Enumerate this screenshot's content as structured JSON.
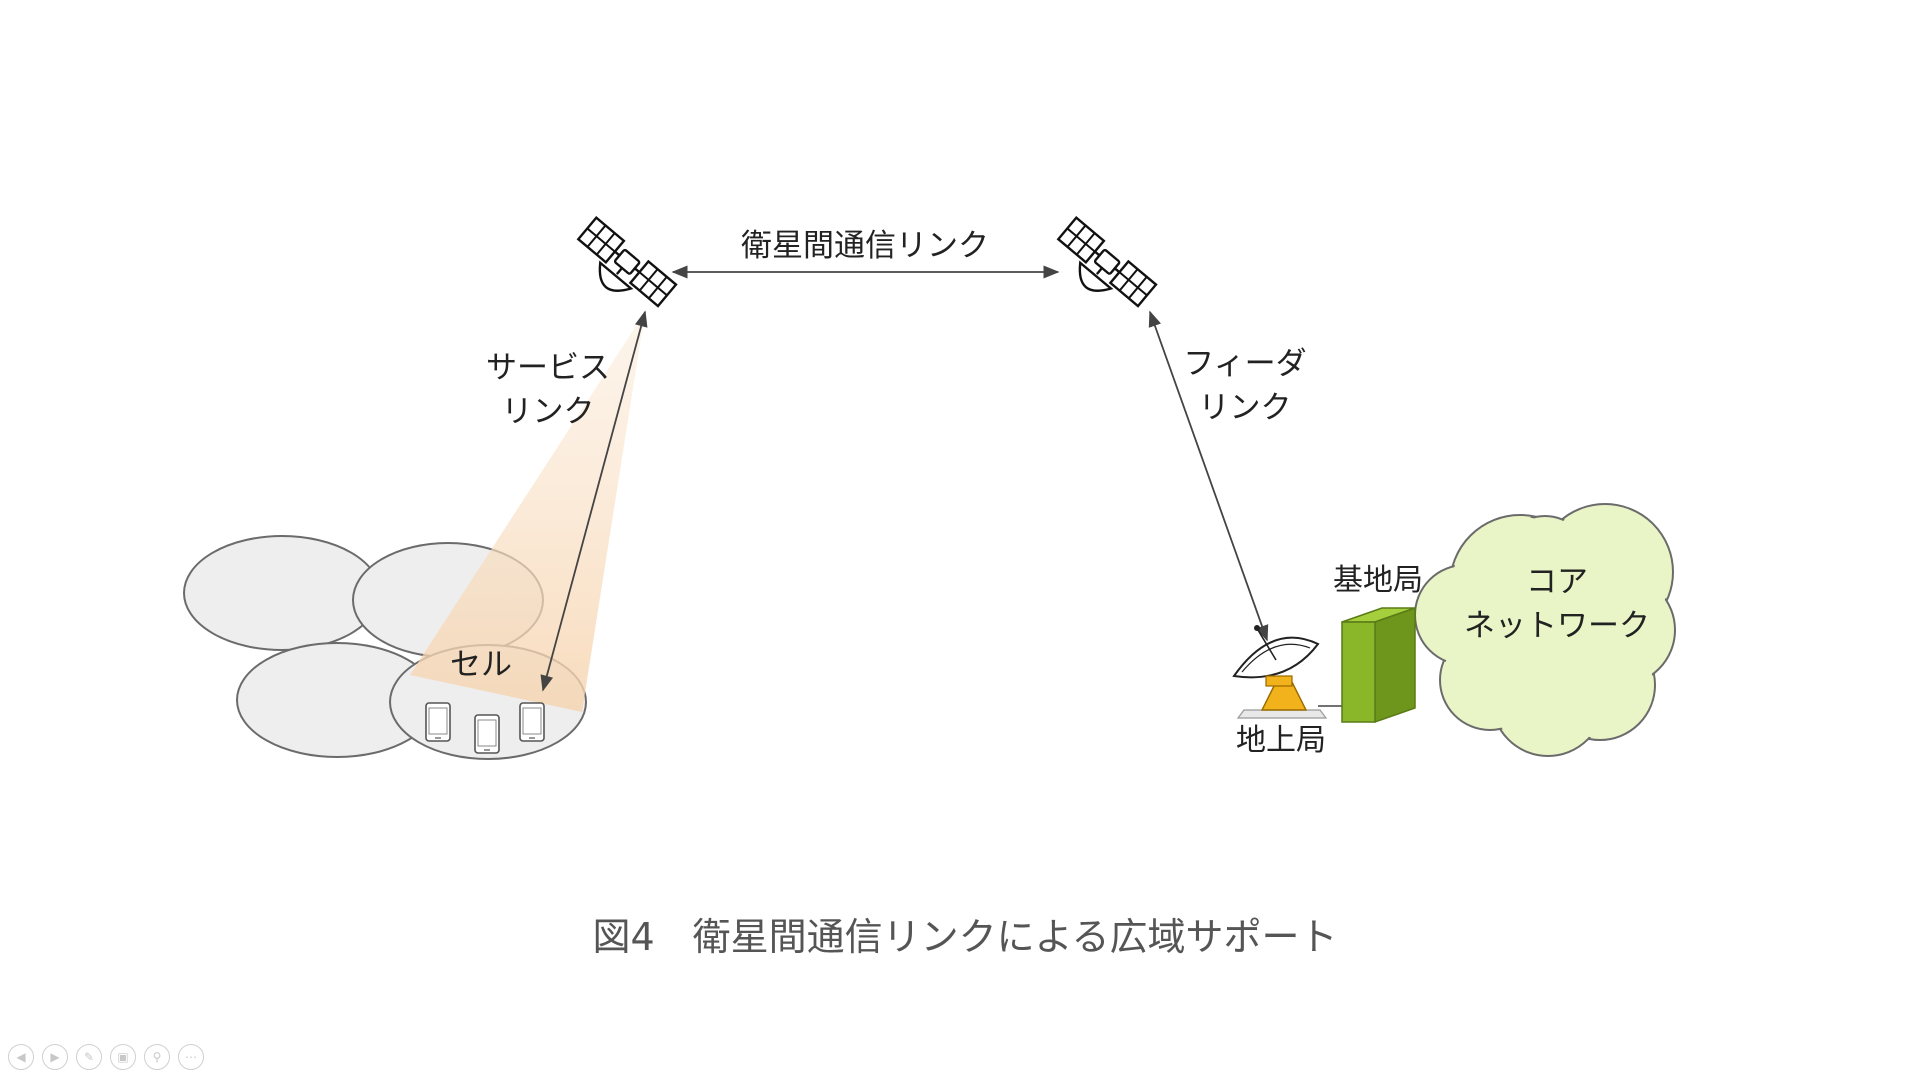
{
  "labels": {
    "isl": "衛星間通信リンク",
    "service_line1": "サービス",
    "service_line2": "リンク",
    "feeder_line1": "フィーダ",
    "feeder_line2": "リンク",
    "cell": "セル",
    "base_station": "基地局",
    "ground_station": "地上局",
    "core_line1": "コア",
    "core_line2": "ネットワーク"
  },
  "caption": "図4　衛星間通信リンクによる広域サポート",
  "colors": {
    "cell_fill": "#eeeeee",
    "cell_stroke": "#6b6b6b",
    "beam": "#f9e3cb",
    "base_station_front": "#8ab72a",
    "base_station_top": "#a6cf3e",
    "base_station_side": "#6f961c",
    "cloud_fill": "#e9f5c6",
    "arrow": "#444444",
    "text": "#222222",
    "caption_text": "#555555",
    "dish_yellow": "#f2b21c"
  },
  "nav_icons": [
    "prev-icon",
    "next-icon",
    "pen-icon",
    "slides-icon",
    "zoom-icon",
    "more-icon"
  ]
}
